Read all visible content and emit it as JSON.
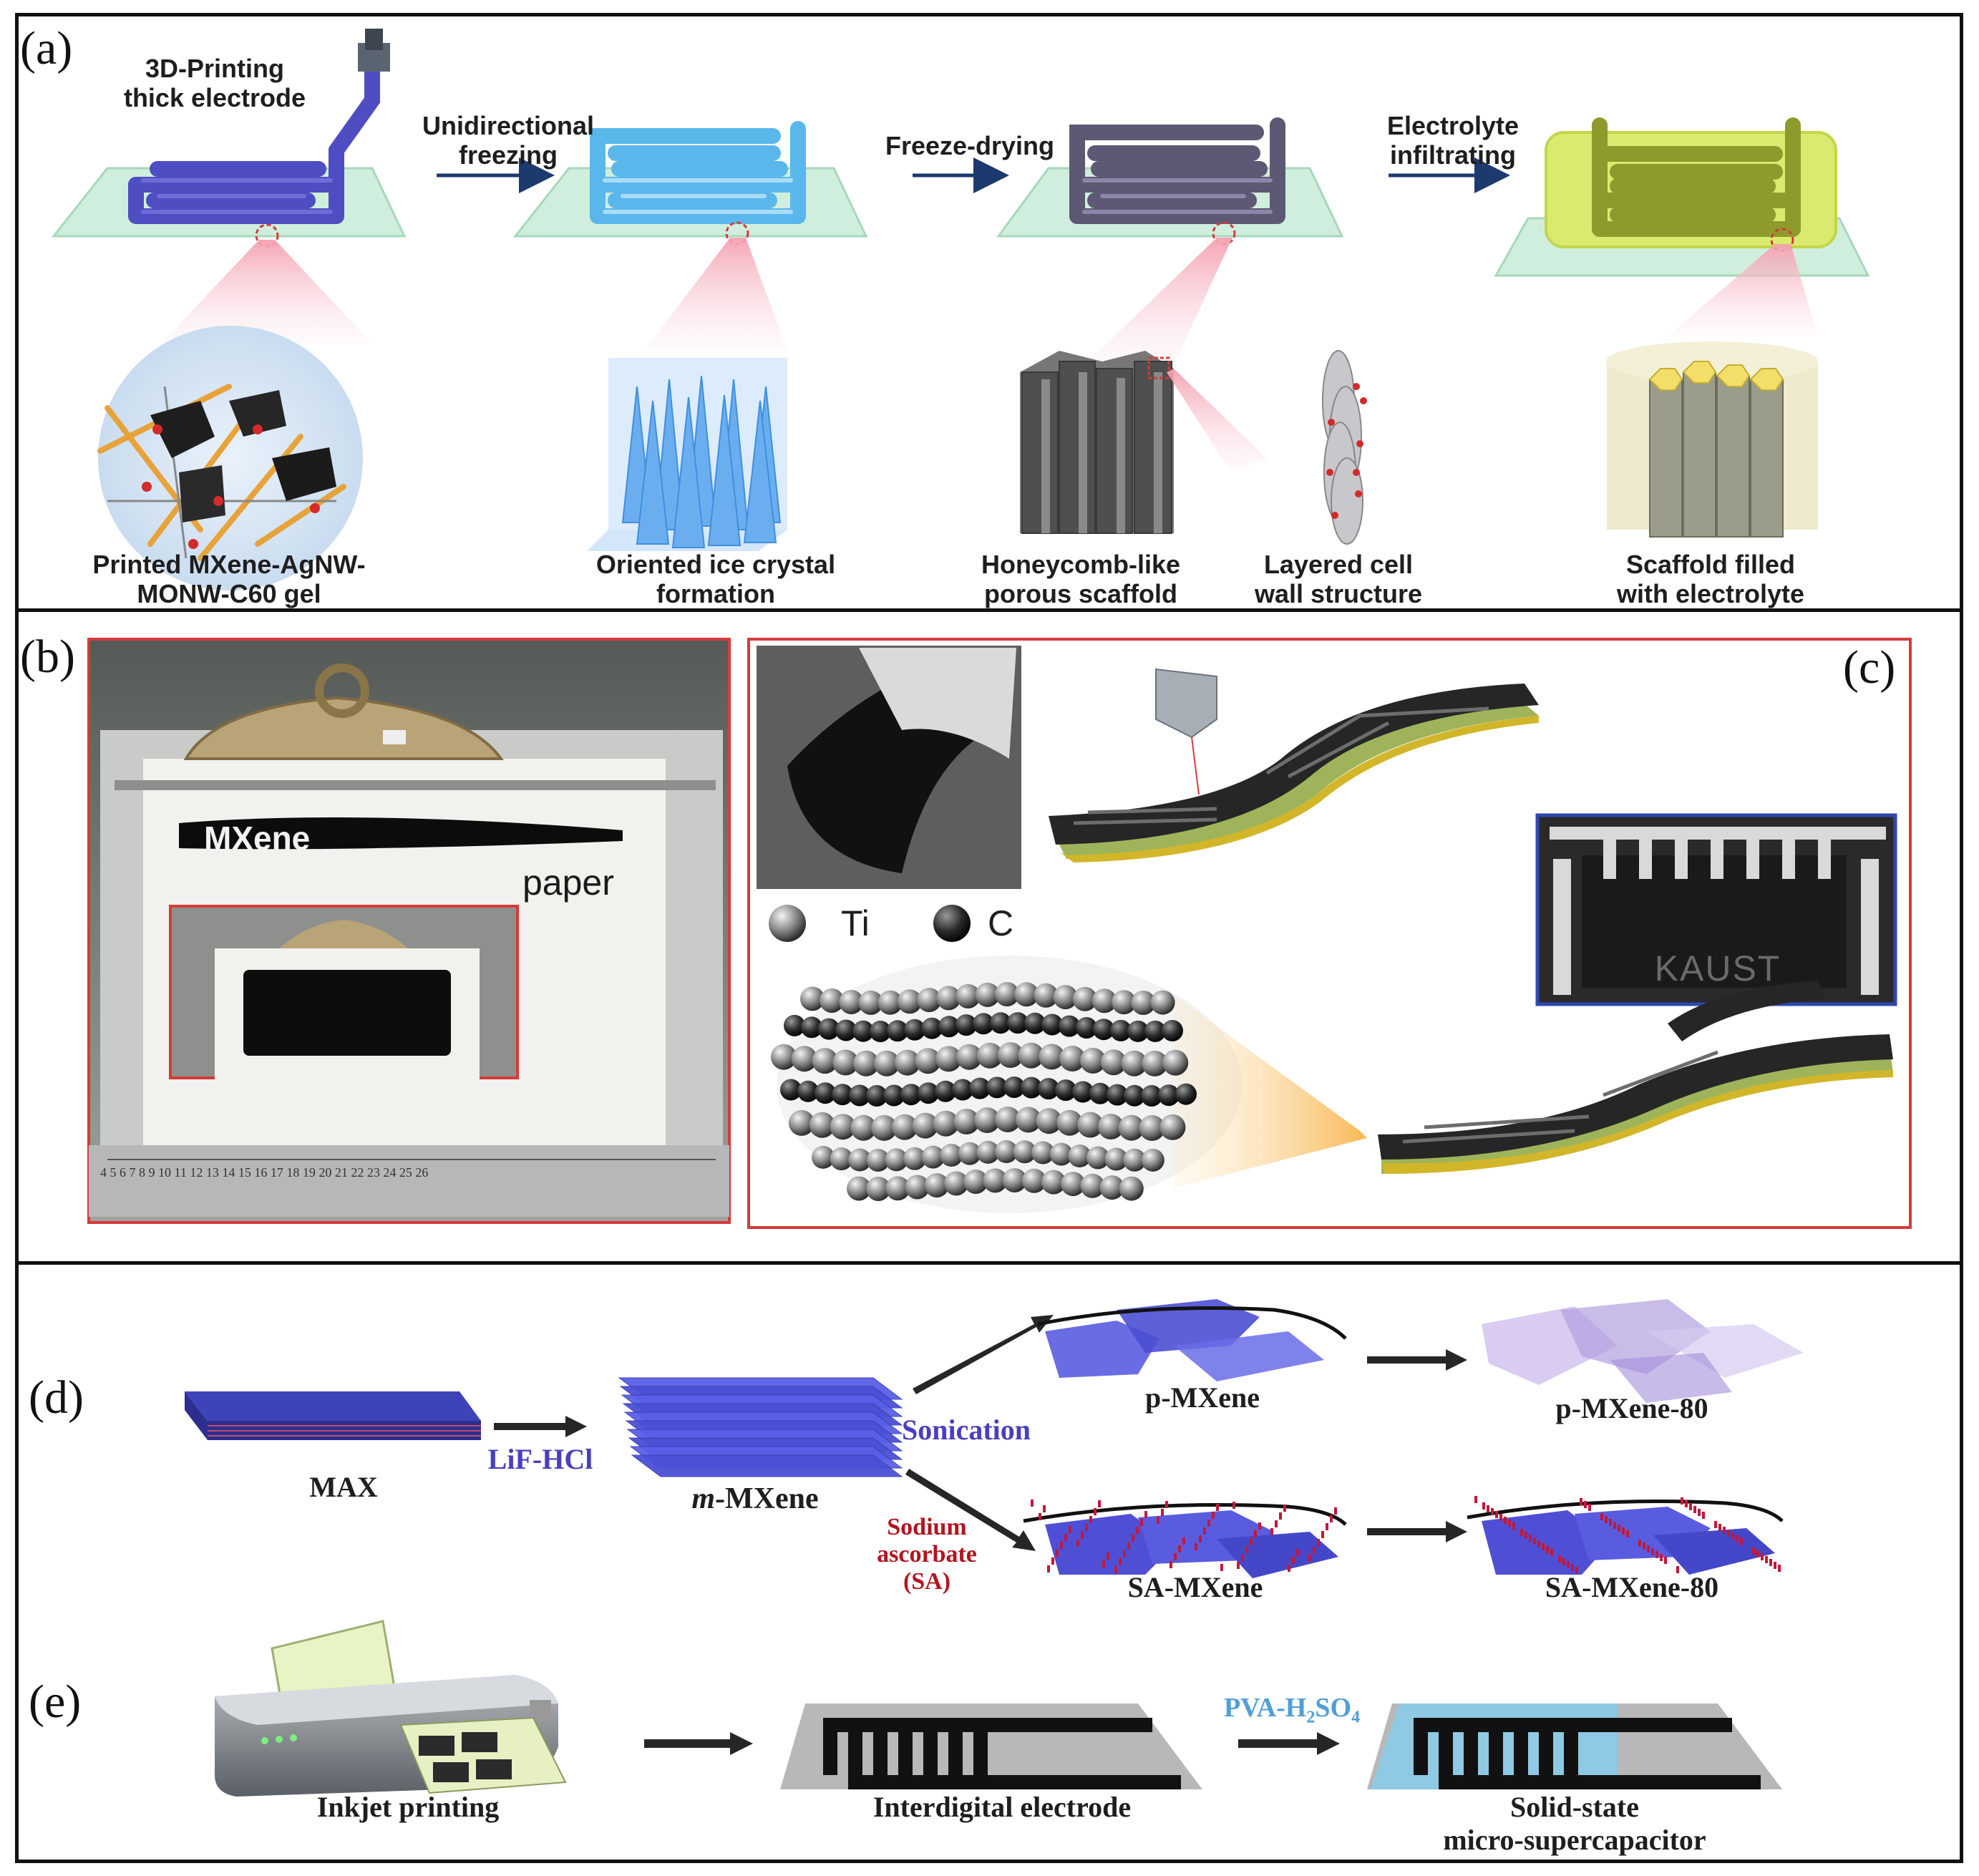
{
  "panels": {
    "a": "(a)",
    "b": "(b)",
    "c": "(c)",
    "d": "(d)",
    "e": "(e)"
  },
  "a": {
    "step_print": [
      "3D-Printing",
      "thick electrode"
    ],
    "arrow1": [
      "Unidirectional",
      "freezing"
    ],
    "arrow2": [
      "Freeze-drying"
    ],
    "arrow3": [
      "Electrolyte",
      "infiltrating"
    ],
    "cap1": [
      "Printed MXene-AgNW-",
      "MONW-C60 gel"
    ],
    "cap2": [
      "Oriented ice crystal",
      "formation"
    ],
    "cap3": [
      "Honeycomb-like",
      "porous scaffold"
    ],
    "cap4": [
      "Layered cell",
      "wall structure"
    ],
    "cap5": [
      "Scaffold filled",
      "with electrolyte"
    ]
  },
  "b": {
    "mxene": "MXene",
    "paper": "paper",
    "ruler": "4  5  6  7  8  9  10 11 12 13 14 15 16 17 18 19 20 21 22 23 24 25 26"
  },
  "c": {
    "ti": "Ti",
    "c": "C",
    "kaust": "KAUST"
  },
  "d": {
    "max": "MAX",
    "lif": "LiF-HCl",
    "m_prefix": "m",
    "m_suffix": "-MXene",
    "sonication": "Sonication",
    "p": "p-MXene",
    "p80": "p-MXene-80",
    "sa_reagent": [
      "Sodium",
      "ascorbate",
      "(SA)"
    ],
    "sa": "SA-MXene",
    "sa80": "SA-MXene-80"
  },
  "e": {
    "inkjet": "Inkjet printing",
    "inter": "Interdigital electrode",
    "pva_a": "PVA-H",
    "pva_sub1": "2",
    "pva_b": "SO",
    "pva_sub2": "4",
    "solid": [
      "Solid-state",
      "micro-supercapacitor"
    ]
  },
  "colors": {
    "frame": "#111111",
    "accent_red": "#d63a3a",
    "navy_arrow": "#1d3a6e",
    "mxene_purple": "#4a3fbf",
    "sa_red": "#b3141e",
    "pva_blue": "#4f9fd8",
    "electrode_blue": "#5b55c8",
    "ice_blue": "#56b4ec",
    "scaffold_gray": "#5b5b66",
    "electrolyte_yellow": "#c8d84a"
  }
}
